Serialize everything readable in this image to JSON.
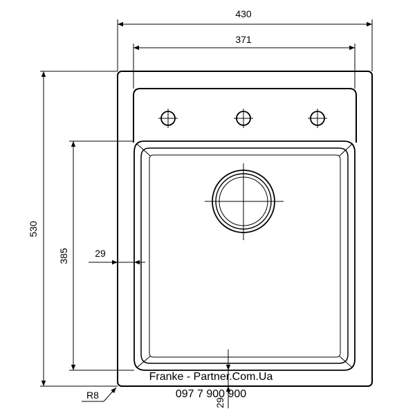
{
  "dimensions": {
    "overall_width": "430",
    "bowl_deck_width": "371",
    "overall_height": "530",
    "bowl_height": "385",
    "side_margin": "29",
    "bottom_margin": "29",
    "corner_radius": "R8"
  },
  "watermark": {
    "brand": "Franke - Partner.Com.Ua",
    "phone": "097 7 900 900"
  }
}
